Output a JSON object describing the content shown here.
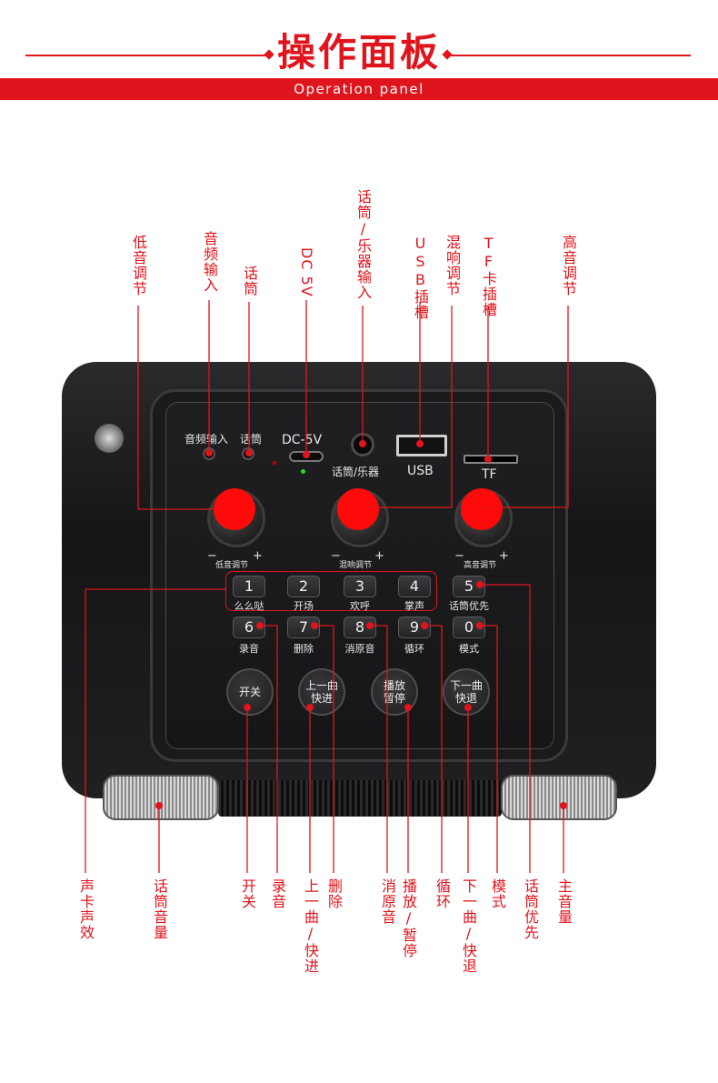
{
  "header": {
    "title": "操作面板",
    "subtitle": "Operation panel"
  },
  "colors": {
    "accent": "#e0141c",
    "device_body": "#1a1a1b",
    "knob_marker": "#ff0a0a",
    "panel_text": "#e8e8e8"
  },
  "top_callouts": {
    "bass": "低音调节",
    "audio_in": "音频输入",
    "mic": "话筒",
    "dc": "DC 5V",
    "mic_instrument": "话筒/乐器输入",
    "usb": "USB插槽",
    "reverb": "混响调节",
    "tf": "TF卡插槽",
    "treble": "高音调节"
  },
  "panel": {
    "audio_in": "音频输入",
    "mic": "话筒",
    "dc": "DC-5V",
    "mic_instrument": "话筒/乐器",
    "usb": "USB",
    "tf": "TF",
    "knobs": [
      {
        "label": "低音调节",
        "minus": "−",
        "plus": "+"
      },
      {
        "label": "混响调节",
        "minus": "−",
        "plus": "+"
      },
      {
        "label": "高音调节",
        "minus": "−",
        "plus": "+"
      }
    ],
    "keys_row1": [
      {
        "num": "1",
        "label": "么么哒"
      },
      {
        "num": "2",
        "label": "开场"
      },
      {
        "num": "3",
        "label": "欢呼"
      },
      {
        "num": "4",
        "label": "掌声"
      },
      {
        "num": "5",
        "label": "话筒优先"
      }
    ],
    "keys_row2": [
      {
        "num": "6",
        "label": "录音"
      },
      {
        "num": "7",
        "label": "删除"
      },
      {
        "num": "8",
        "label": "消原音"
      },
      {
        "num": "9",
        "label": "循环"
      },
      {
        "num": "0",
        "label": "模式"
      }
    ],
    "round_buttons": [
      {
        "line1": "开关",
        "line2": ""
      },
      {
        "line1": "上一曲",
        "line2": "快进"
      },
      {
        "line1": "播放",
        "line2": "暂停"
      },
      {
        "line1": "下一曲",
        "line2": "快退"
      }
    ]
  },
  "bottom_callouts": {
    "sound_effects": "声卡声效",
    "mic_volume": "话筒音量",
    "power": "开关",
    "record": "录音",
    "prev": "上一曲/快进",
    "delete": "删除",
    "vocal_cut": "消原音",
    "play_pause": "播放/暂停",
    "loop": "循环",
    "next": "下一曲/快退",
    "mode": "模式",
    "mic_priority": "话筒优先",
    "main_volume": "主音量"
  }
}
